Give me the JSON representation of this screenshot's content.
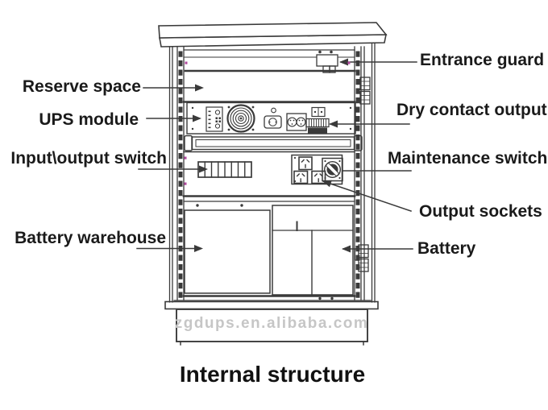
{
  "diagram": {
    "title": "Internal structure",
    "watermark": "zgdups.en.alibaba.com",
    "labels": {
      "reserve_space": "Reserve space",
      "ups_module": "UPS module",
      "input_output_switch": "Input\\output switch",
      "battery_warehouse": "Battery warehouse",
      "entrance_guard": "Entrance guard",
      "dry_contact_output": "Dry contact output",
      "maintenance_switch": "Maintenance switch",
      "output_sockets": "Output sockets",
      "battery": "Battery"
    },
    "colors": {
      "line": "#3a3a3a",
      "label_text": "#1a1a1a",
      "watermark_text": "#c6c6c6",
      "accent_dot": "#b04a9e",
      "background": "#ffffff"
    }
  }
}
